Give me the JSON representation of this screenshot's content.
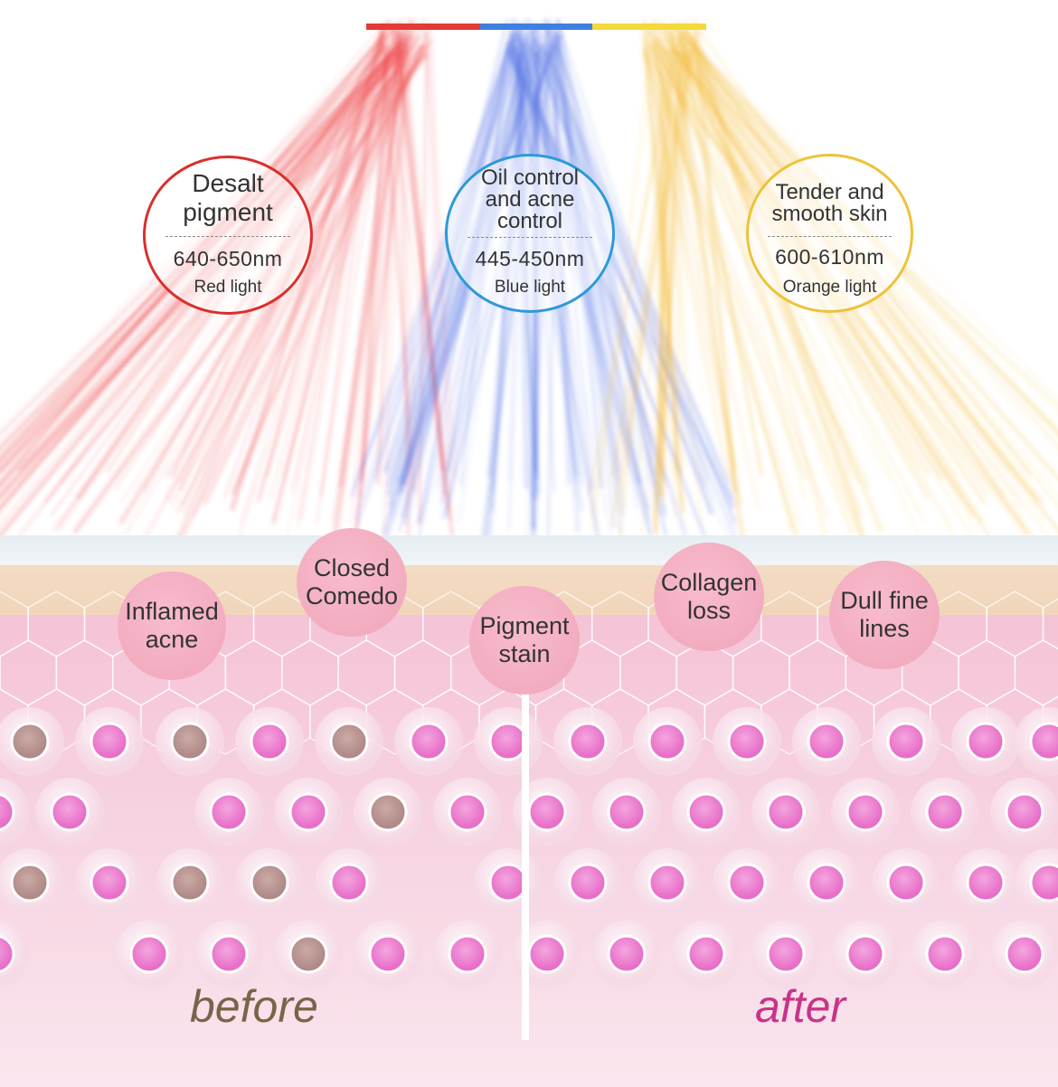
{
  "top_bar_colors": [
    "#e53935",
    "#3f7fe0",
    "#f4d93a"
  ],
  "lights": [
    {
      "title": [
        "Desalt",
        "pigment"
      ],
      "wavelength": "640-650nm",
      "label": "Red light",
      "color": "#d9302c"
    },
    {
      "title": [
        "Oil control",
        "and acne",
        "control"
      ],
      "wavelength": "445-450nm",
      "label": "Blue light",
      "color": "#2d9ad8"
    },
    {
      "title": [
        "Tender and",
        "smooth skin"
      ],
      "wavelength": "600-610nm",
      "label": "Orange light",
      "color": "#eec23a"
    }
  ],
  "issues": [
    {
      "lines": [
        "Inflamed",
        "acne"
      ]
    },
    {
      "lines": [
        "Closed",
        "Comedo"
      ]
    },
    {
      "lines": [
        "Pigment",
        "stain"
      ]
    },
    {
      "lines": [
        "Collagen",
        "loss"
      ]
    },
    {
      "lines": [
        "Dull fine",
        "lines"
      ]
    }
  ],
  "before_label": "before",
  "after_label": "after",
  "colors": {
    "before_text": "#7a6448",
    "after_text": "#c8348a",
    "cell_healthy": "#e86fc8",
    "cell_pigmented": "#b08a88"
  }
}
